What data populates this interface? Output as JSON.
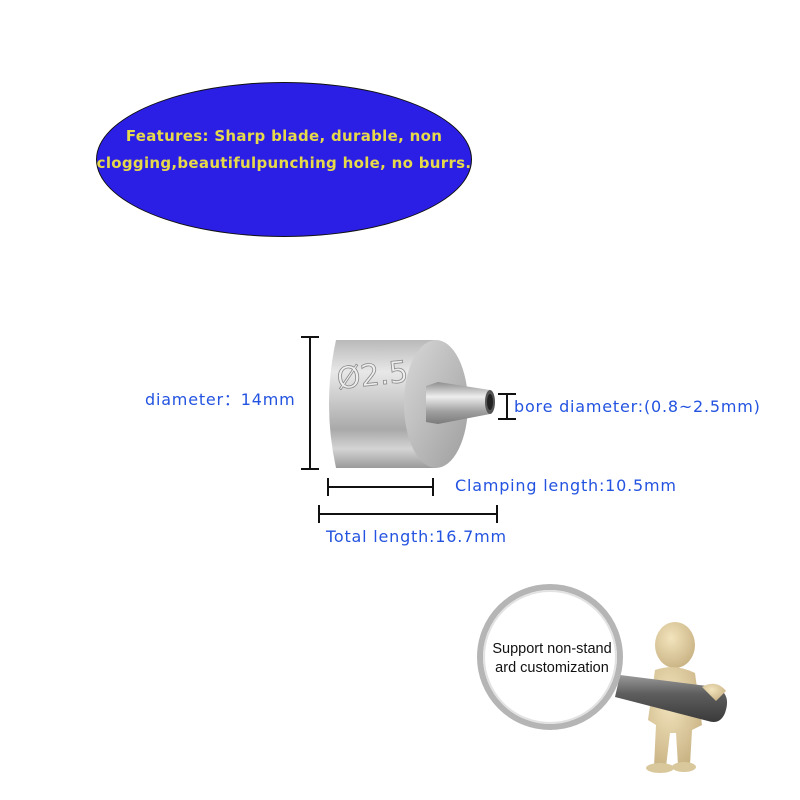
{
  "banner": {
    "line1": "Features: Sharp blade, durable, non",
    "line2": "clogging,beautifulpunching hole, no burrs.",
    "bg_color": "#2b1fe6",
    "text_color": "#e6d94a"
  },
  "product": {
    "engraving": "Ø2.5",
    "labels": {
      "diameter": "diameter：14mm",
      "bore": "bore diameter:(0.8~2.5mm)",
      "clamping": "Clamping length:10.5mm",
      "total": "Total length:16.7mm"
    },
    "label_color": "#2353e0"
  },
  "magnifier": {
    "line1": "Support non-stand",
    "line2": "ard customization"
  }
}
